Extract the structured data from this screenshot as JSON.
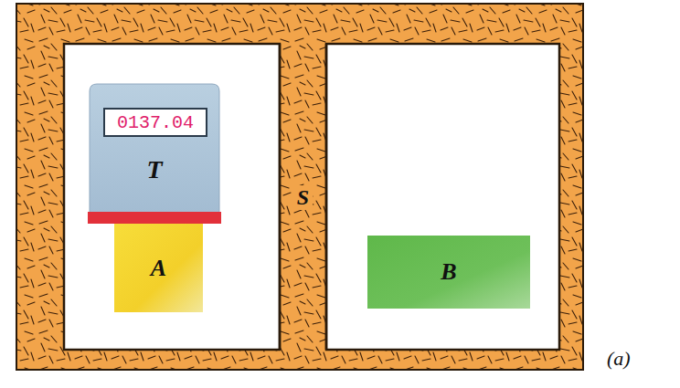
{
  "diagram": {
    "nodes": [
      {
        "text": [
          "0137.04",
          "T"
        ]
      },
      {
        "text": [
          "A"
        ]
      },
      {
        "text": [
          "S"
        ]
      },
      {
        "text": [
          "B"
        ]
      }
    ],
    "labels": [
      "(a)"
    ]
  }
}
